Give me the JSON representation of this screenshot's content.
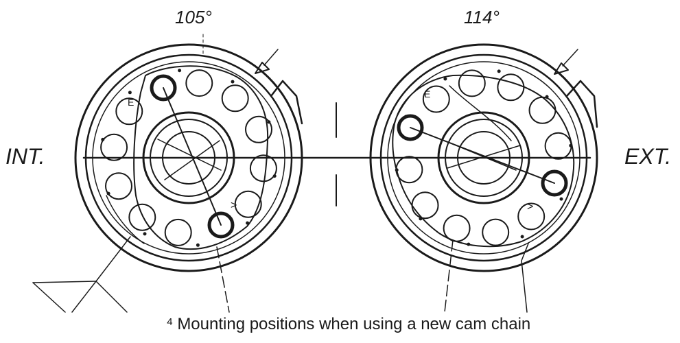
{
  "labels": {
    "left_angle": "105°",
    "right_angle": "114°",
    "left_side": "INT.",
    "right_side": "EXT.",
    "caption_mark": "⁴",
    "caption": "Mounting positions when using a new cam chain"
  }
}
